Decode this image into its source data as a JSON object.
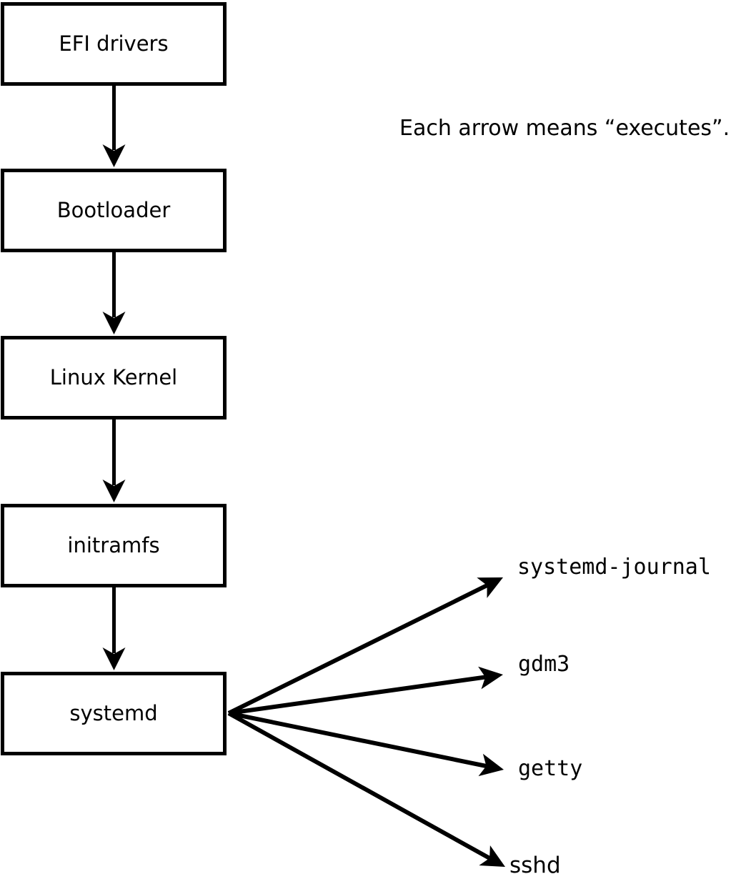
{
  "diagram": {
    "annotation": "Each arrow means “executes”.",
    "edge_meaning": "executes",
    "chain": [
      {
        "id": "efi-drivers",
        "label": "EFI drivers"
      },
      {
        "id": "bootloader",
        "label": "Bootloader"
      },
      {
        "id": "linux-kernel",
        "label": "Linux Kernel"
      },
      {
        "id": "initramfs",
        "label": "initramfs"
      },
      {
        "id": "systemd",
        "label": "systemd"
      }
    ],
    "spawned": [
      {
        "id": "systemd-journal",
        "label": "systemd-journal"
      },
      {
        "id": "gdm3",
        "label": "gdm3"
      },
      {
        "id": "getty",
        "label": "getty"
      },
      {
        "id": "sshd",
        "label": "sshd"
      }
    ],
    "colors": {
      "line": "#000000",
      "text": "#000000",
      "box_fill": "#ffffff",
      "background": "#ffffff"
    }
  }
}
